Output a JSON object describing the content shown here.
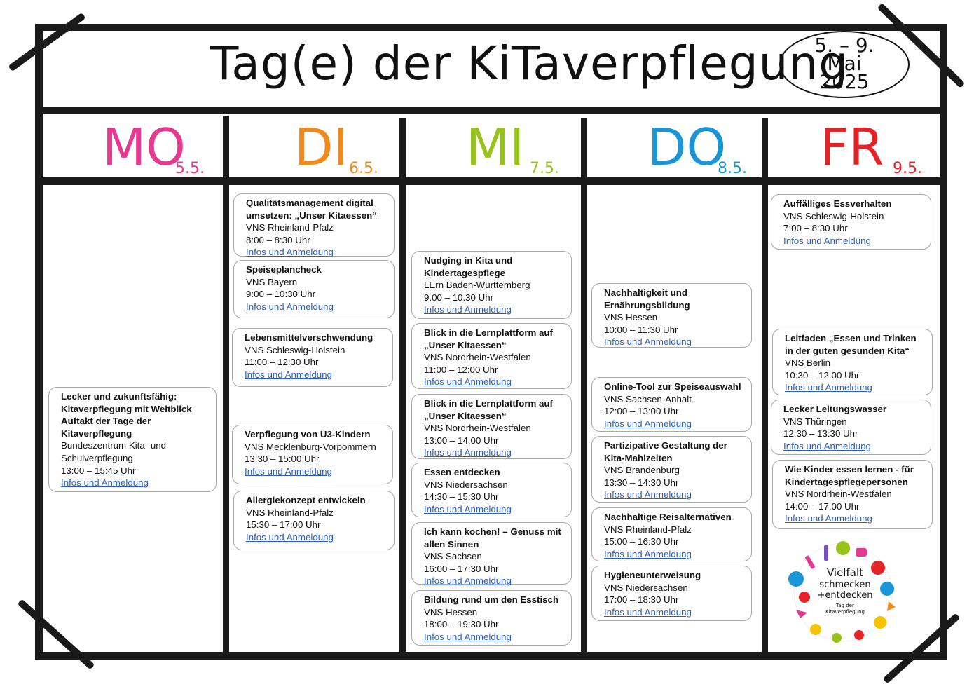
{
  "header": {
    "title": "Tag(e) der KiTaverpflegung",
    "date_lines": [
      "5. – 9.",
      "Mai",
      "2025"
    ]
  },
  "colors": {
    "mo": "#e53a8f",
    "di": "#f08a1a",
    "mi": "#98c31d",
    "do": "#1a96d6",
    "fr": "#e32326",
    "link": "#2f5fb5"
  },
  "days": [
    {
      "label": "MO",
      "date": "5.5."
    },
    {
      "label": "DI",
      "date": "6.5."
    },
    {
      "label": "MI",
      "date": "7.5."
    },
    {
      "label": "DO",
      "date": "8.5."
    },
    {
      "label": "FR",
      "date": "9.5."
    }
  ],
  "link_label": "Infos und Anmeldung",
  "events": {
    "mo": [
      {
        "title": [
          "Lecker und zukunftsfähig:",
          "Kitaverpflegung mit Weitblick",
          "Auftakt der Tage der",
          "Kitaverpflegung"
        ],
        "org": [
          "Bundeszentrum Kita- und",
          "Schulverpflegung"
        ],
        "time": "13:00 – 15:45 Uhr"
      }
    ],
    "di": [
      {
        "title": [
          "Qualitätsmanagement digital",
          "umsetzen: „Unser Kitaessen“"
        ],
        "org": [
          "VNS Rheinland-Pfalz"
        ],
        "time": "8:00 – 8:30 Uhr"
      },
      {
        "title": [
          "Speiseplancheck"
        ],
        "org": [
          "VNS Bayern"
        ],
        "time": "9:00 – 10:30 Uhr"
      },
      {
        "title": [
          "Lebensmittelverschwendung"
        ],
        "org": [
          "VNS Schleswig-Holstein"
        ],
        "time": "11:00 – 12:30 Uhr"
      },
      {
        "title": [
          "Verpflegung von U3-Kindern"
        ],
        "org": [
          "VNS Mecklenburg-Vorpommern"
        ],
        "time": "13:30 – 15:00 Uhr"
      },
      {
        "title": [
          "Allergiekonzept entwickeln"
        ],
        "org": [
          "VNS Rheinland-Pfalz"
        ],
        "time": "15:30 – 17:00 Uhr"
      }
    ],
    "mi": [
      {
        "title": [
          "Nudging in Kita und",
          "Kindertagespflege"
        ],
        "org": [
          "LErn Baden-Württemberg"
        ],
        "time": "9.00 – 10.30 Uhr"
      },
      {
        "title": [
          "Blick in die Lernplattform auf",
          "„Unser Kitaessen“"
        ],
        "org": [
          "VNS Nordrhein-Westfalen"
        ],
        "time": "11:00 – 12:00 Uhr"
      },
      {
        "title": [
          "Blick in die Lernplattform auf",
          "„Unser Kitaessen“"
        ],
        "org": [
          " VNS Nordrhein-Westfalen"
        ],
        "time": "13:00 – 14:00 Uhr"
      },
      {
        "title": [
          "Essen entdecken"
        ],
        "org": [
          "VNS Niedersachsen"
        ],
        "time": "14:30 – 15:30 Uhr"
      },
      {
        "title": [
          "Ich kann kochen! – Genuss mit",
          "allen Sinnen"
        ],
        "org": [
          "VNS Sachsen"
        ],
        "time": "16:00 – 17:30 Uhr"
      },
      {
        "title": [
          "Bildung rund um den Esstisch"
        ],
        "org": [
          "VNS Hessen"
        ],
        "time": "18:00 – 19:30 Uhr"
      }
    ],
    "do": [
      {
        "title": [
          "Nachhaltigkeit und",
          "Ernährungsbildung"
        ],
        "org": [
          "VNS Hessen"
        ],
        "time": "10:00 – 11:30 Uhr"
      },
      {
        "title": [
          "Online-Tool zur Speiseauswahl"
        ],
        "org": [
          "VNS Sachsen-Anhalt"
        ],
        "time": "12:00 – 13:00 Uhr"
      },
      {
        "title": [
          "Partizipative Gestaltung der",
          "Kita-Mahlzeiten"
        ],
        "org": [
          "VNS Brandenburg"
        ],
        "time": "13:30 – 14:30 Uhr"
      },
      {
        "title": [
          "Nachhaltige Reisalternativen"
        ],
        "org": [
          "VNS Rheinland-Pfalz"
        ],
        "time": "15:00 – 16:30 Uhr"
      },
      {
        "title": [
          "Hygieneunterweisung"
        ],
        "org": [
          "VNS Niedersachsen"
        ],
        "time": "17:00 – 18:30 Uhr"
      }
    ],
    "fr": [
      {
        "title": [
          "Auffälliges Essverhalten"
        ],
        "org": [
          "VNS Schleswig-Holstein"
        ],
        "time": "7:00 – 8:30 Uhr"
      },
      {
        "title": [
          "Leitfaden „Essen und Trinken",
          "in der guten gesunden Kita“"
        ],
        "org": [
          "VNS Berlin"
        ],
        "time": "10:30 – 12:00 Uhr"
      },
      {
        "title": [
          "Lecker Leitungswasser"
        ],
        "org": [
          "VNS Thüringen"
        ],
        "time": "12:30 – 13:30 Uhr"
      },
      {
        "title": [
          "Wie Kinder essen lernen - für",
          "Kindertagespflegepersonen"
        ],
        "org": [
          "VNS Nordrhein-Westfalen"
        ],
        "time": "14:00 – 17:00 Uhr"
      }
    ]
  },
  "logo": {
    "lines": [
      "Vielfalt",
      "schmecken",
      "+entdecken"
    ],
    "small_lines": [
      "Tag der",
      "Kitaverpflegung"
    ],
    "icon": "food-wreath-icon"
  }
}
